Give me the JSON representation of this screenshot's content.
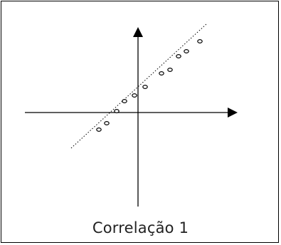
{
  "chart_data": {
    "type": "scatter",
    "caption": "Correlação 1",
    "axis_color": "#000000",
    "marker": "open-circle",
    "trend_line": "dotted",
    "points": [
      {
        "x": -2.75,
        "y": -1.2
      },
      {
        "x": -2.2,
        "y": -0.75
      },
      {
        "x": -1.5,
        "y": 0.1
      },
      {
        "x": -0.95,
        "y": 0.8
      },
      {
        "x": -0.25,
        "y": 1.2
      },
      {
        "x": 0.5,
        "y": 1.8
      },
      {
        "x": 1.65,
        "y": 2.75
      },
      {
        "x": 2.25,
        "y": 3.0
      },
      {
        "x": 2.85,
        "y": 3.95
      },
      {
        "x": 3.4,
        "y": 4.3
      },
      {
        "x": 4.35,
        "y": 5.0
      }
    ],
    "trend": {
      "x_start": -4.7,
      "y_start": -2.5,
      "x_end": 4.85,
      "y_end": 6.25
    }
  }
}
